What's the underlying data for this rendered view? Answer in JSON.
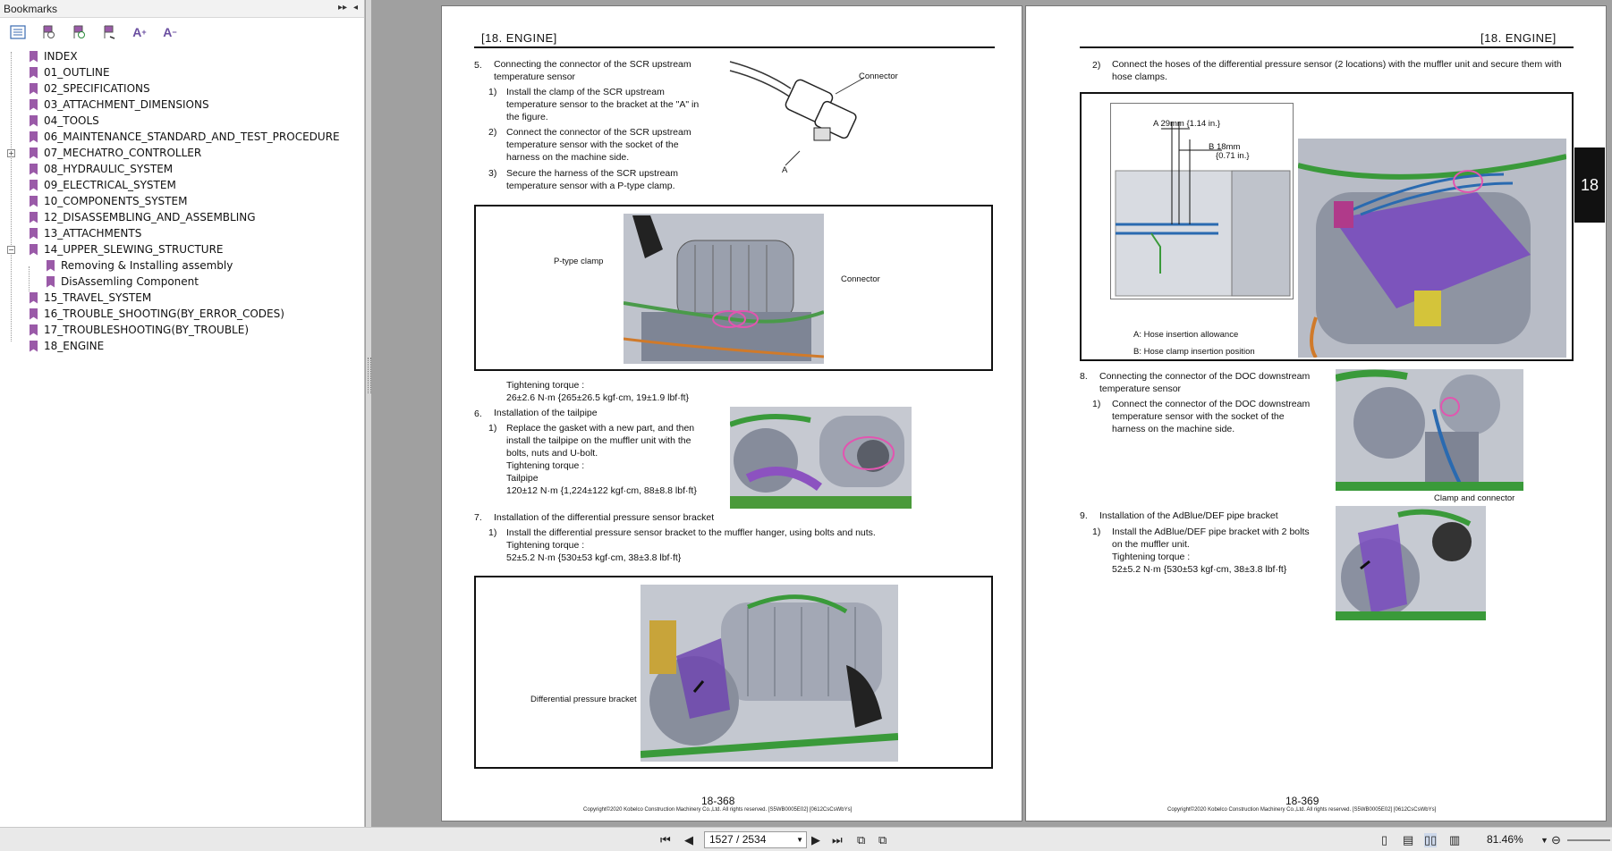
{
  "panel": {
    "title": "Bookmarks",
    "items": [
      {
        "label": "INDEX",
        "level": 1
      },
      {
        "label": "01_OUTLINE",
        "level": 1
      },
      {
        "label": "02_SPECIFICATIONS",
        "level": 1
      },
      {
        "label": "03_ATTACHMENT_DIMENSIONS",
        "level": 1
      },
      {
        "label": "04_TOOLS",
        "level": 1
      },
      {
        "label": "06_MAINTENANCE_STANDARD_AND_TEST_PROCEDURE",
        "level": 1
      },
      {
        "label": "07_MECHATRO_CONTROLLER",
        "level": 1
      },
      {
        "label": "08_HYDRAULIC_SYSTEM",
        "level": 1
      },
      {
        "label": "09_ELECTRICAL_SYSTEM",
        "level": 1
      },
      {
        "label": "10_COMPONENTS_SYSTEM",
        "level": 1
      },
      {
        "label": "12_DISASSEMBLING_AND_ASSEMBLING",
        "level": 1
      },
      {
        "label": "13_ATTACHMENTS",
        "level": 1
      },
      {
        "label": "14_UPPER_SLEWING_STRUCTURE",
        "level": 1
      },
      {
        "label": "Removing & Installing assembly",
        "level": 2
      },
      {
        "label": "DisAssemling Component",
        "level": 2
      },
      {
        "label": "15_TRAVEL_SYSTEM",
        "level": 1
      },
      {
        "label": "16_TROUBLE_SHOOTING(BY_ERROR_CODES)",
        "level": 1
      },
      {
        "label": "17_TROUBLESHOOTING(BY_TROUBLE)",
        "level": 1
      },
      {
        "label": "18_ENGINE",
        "level": 1
      }
    ]
  },
  "left_page": {
    "header": "[18.   ENGINE]",
    "s5_num": "5.",
    "s5_title": "Connecting the connector of the SCR upstream temperature sensor",
    "s5_1_num": "1)",
    "s5_1": "Install the clamp of the SCR upstream temperature sensor to the bracket at the \"A\" in the figure.",
    "s5_2_num": "2)",
    "s5_2": "Connect the connector of the SCR upstream temperature sensor with the socket of the harness on the machine side.",
    "s5_3_num": "3)",
    "s5_3": "Secure the harness of the SCR upstream temperature sensor with a P-type clamp.",
    "cap_connector_top": "Connector",
    "cap_a": "A",
    "cap_ptype": "P-type clamp",
    "cap_connector": "Connector",
    "torque1_label": "Tightening torque :",
    "torque1_value": "26±2.6 N·m {265±26.5 kgf·cm, 19±1.9 lbf·ft}",
    "s6_num": "6.",
    "s6_title": "Installation of the tailpipe",
    "s6_1_num": "1)",
    "s6_1": "Replace the gasket with a new part, and then install the tailpipe on the muffler unit with the bolts, nuts and U-bolt.",
    "s6_torque_label": "Tightening torque :",
    "s6_torque_part": "Tailpipe",
    "s6_torque_value": "120±12 N·m {1,224±122 kgf·cm, 88±8.8 lbf·ft}",
    "s7_num": "7.",
    "s7_title": "Installation of the differential pressure sensor bracket",
    "s7_1_num": "1)",
    "s7_1": "Install the differential pressure sensor bracket to the muffler hanger, using bolts and nuts.",
    "s7_torque_label": "Tightening torque :",
    "s7_torque_value": "52±5.2 N·m {530±53 kgf·cm, 38±3.8 lbf·ft}",
    "cap_diff": "Differential pressure bracket",
    "page_number": "18-368",
    "copyright": "Copyright©2020 Kobelco Construction Machinery Co.,Ltd. All rights reserved. [S5WB0005E02] [0612CsCsWbYs]"
  },
  "right_page": {
    "header": "[18.   ENGINE]",
    "s2_num": "2)",
    "s2": "Connect the hoses of the differential pressure sensor (2 locations) with the muffler unit and secure them with hose clamps.",
    "cap_a_dim": "A 29mm {1.14 in.}",
    "cap_b_dim": "B 18mm",
    "cap_b_dim2": "{0.71 in.}",
    "cap_hose_a": "A: Hose insertion allowance",
    "cap_hose_b": "B: Hose clamp insertion position",
    "s8_num": "8.",
    "s8_title": "Connecting the connector of the DOC downstream temperature sensor",
    "s8_1_num": "1)",
    "s8_1": "Connect the connector of the DOC downstream temperature sensor with the socket of the harness on the machine side.",
    "cap_clamp": "Clamp and connector",
    "s9_num": "9.",
    "s9_title": "Installation of the AdBlue/DEF pipe bracket",
    "s9_1_num": "1)",
    "s9_1": "Install the AdBlue/DEF pipe bracket with 2 bolts on the muffler unit.",
    "s9_torque_label": "Tightening torque :",
    "s9_torque_value": "52±5.2 N·m {530±53 kgf·cm, 38±3.8 lbf·ft}",
    "page_number": "18-369",
    "copyright": "Copyright©2020 Kobelco Construction Machinery Co.,Ltd. All rights reserved. [S5WB0005E02] [0612CsCsWbYs]",
    "chapter_tab": "18"
  },
  "statusbar": {
    "page_indicator": "1527 / 2534",
    "zoom": "81.46%"
  },
  "icons": [
    "bookmark-options-icon",
    "expand-bookmark-icon",
    "collapse-bookmark-icon",
    "find-bookmark-icon",
    "increase-font-icon",
    "decrease-font-icon",
    "first-page-icon",
    "prev-page-icon",
    "next-page-icon",
    "last-page-icon",
    "single-page-icon",
    "continuous-icon",
    "facing-icon",
    "zoom-out-icon"
  ]
}
